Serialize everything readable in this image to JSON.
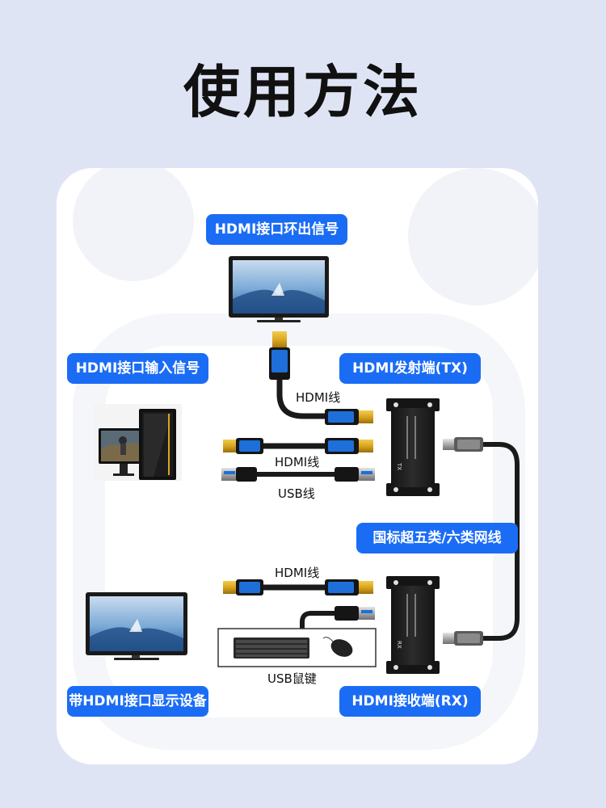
{
  "page": {
    "title": "使用方法"
  },
  "labels": {
    "hdmi_loop_out": "HDMI接口环出信号",
    "hdmi_input": "HDMI接口输入信号",
    "hdmi_tx": "HDMI发射端(TX)",
    "network_cable": "国标超五类/六类网线",
    "display_with_hdmi": "带HDMI接口显示设备",
    "hdmi_rx": "HDMI接收端(RX)"
  },
  "cables": {
    "hdmi_1": "HDMI线",
    "hdmi_2": "HDMI线",
    "usb": "USB线",
    "hdmi_3": "HDMI线",
    "usb_kbm": "USB鼠键"
  },
  "device_markings": {
    "tx_code": "TX",
    "rx_code": "RX"
  },
  "colors": {
    "background": "#dfe4f5",
    "card": "#ffffff",
    "label_blue": "#1b6cf5",
    "connector_gold": "#d9a520",
    "connector_blue": "#1e6fd9",
    "cable_black": "#1a1a1a"
  }
}
